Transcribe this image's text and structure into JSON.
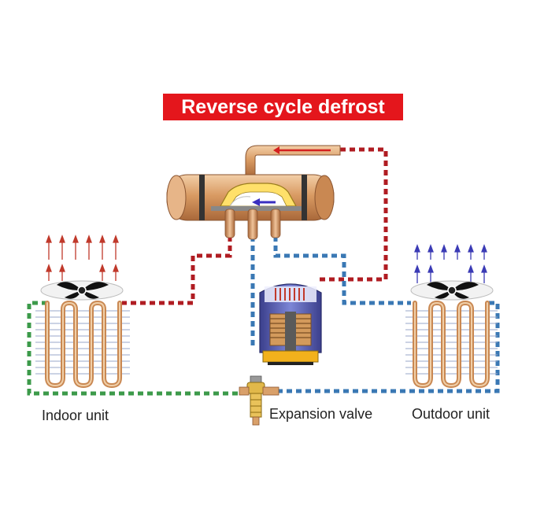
{
  "title": "Reverse cycle defrost",
  "labels": {
    "indoor": "Indoor unit",
    "valve": "Expansion valve",
    "outdoor": "Outdoor unit"
  },
  "colors": {
    "title_bg": "#e4161c",
    "hot_gas": "#b01c22",
    "cold_line": "#3a78b4",
    "liquid_line": "#3c9a4a",
    "copper": "#d9a06a",
    "heat_arrow": "#c0392b",
    "cool_arrow": "#3b3bb5"
  },
  "icons": [
    "reversing-valve-icon",
    "compressor-icon",
    "fan-icon",
    "coil-icon",
    "expansion-valve-icon"
  ]
}
